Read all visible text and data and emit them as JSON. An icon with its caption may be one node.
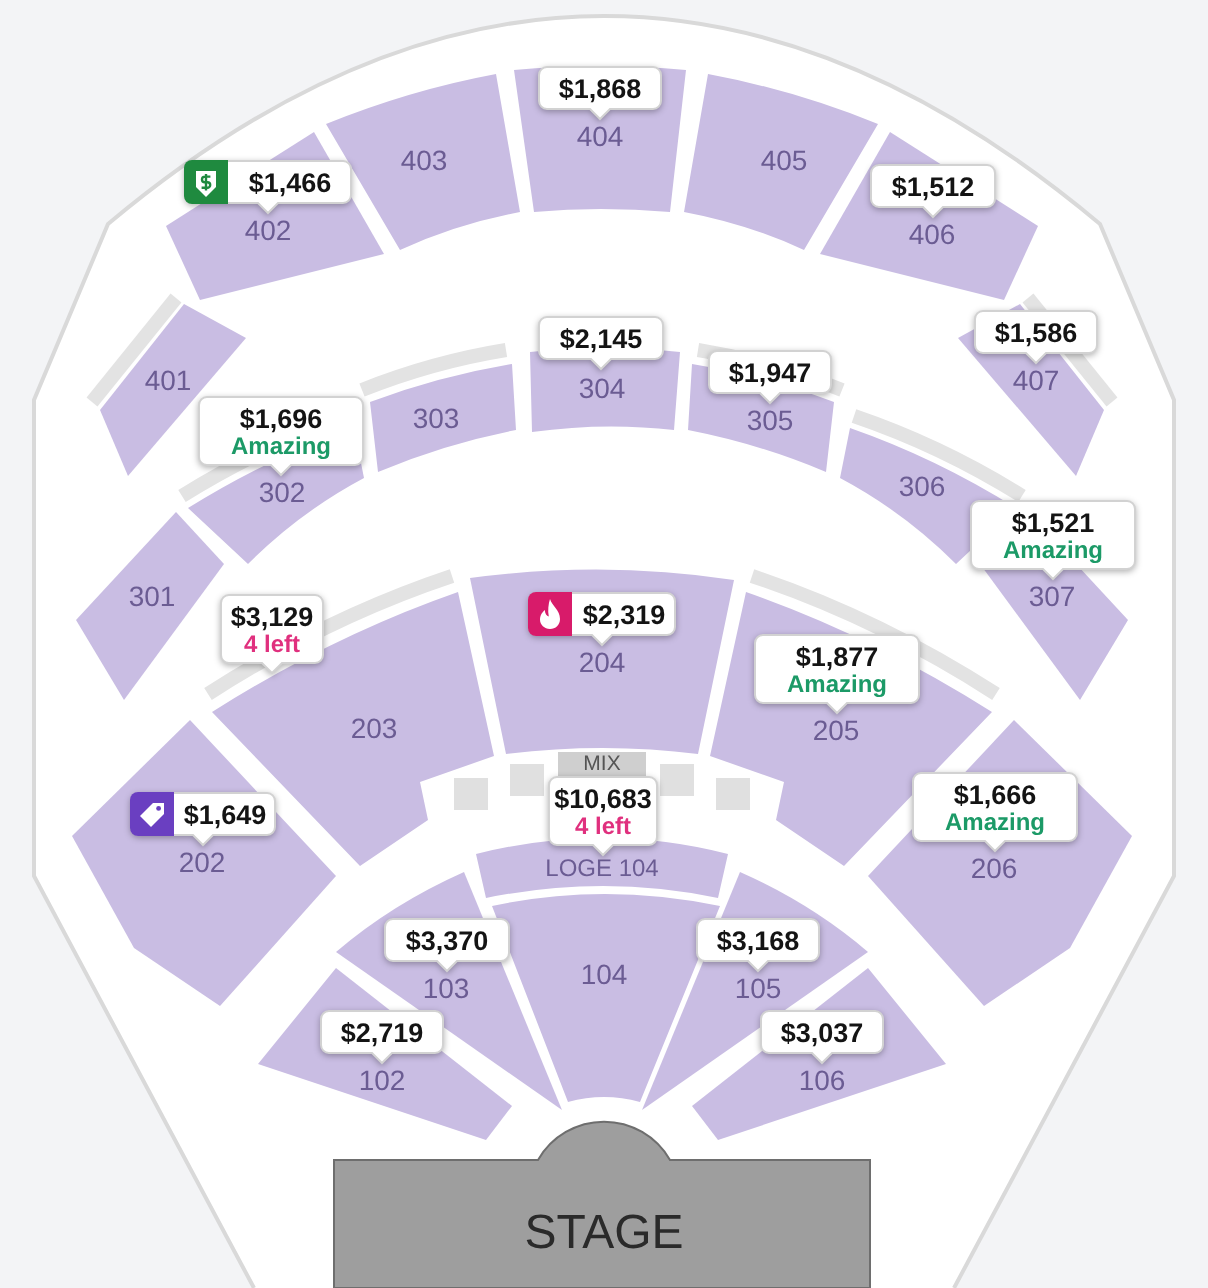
{
  "diagram": {
    "nodes": [
      {
        "text": [
          "404"
        ]
      },
      {
        "text": [
          "$1,868"
        ],
        "in": 0
      },
      {
        "text": [
          "402"
        ]
      },
      {
        "text": [
          "$1,466"
        ],
        "in": 2
      },
      {
        "text": [
          "403"
        ]
      },
      {
        "text": [
          "405"
        ]
      },
      {
        "text": [
          "406"
        ]
      },
      {
        "text": [
          "$1,512"
        ],
        "in": 6
      },
      {
        "text": [
          "401"
        ]
      },
      {
        "text": [
          "$2,145"
        ]
      },
      {
        "text": [
          "304"
        ]
      },
      {
        "text": [
          "407"
        ]
      },
      {
        "text": [
          "$1,586"
        ],
        "in": 11
      },
      {
        "text": [
          "$1,947"
        ]
      },
      {
        "text": [
          "305"
        ]
      },
      {
        "text": [
          "$1,696",
          "Amazing"
        ]
      },
      {
        "text": [
          "302"
        ]
      },
      {
        "text": [
          "303"
        ]
      },
      {
        "text": [
          "306"
        ]
      },
      {
        "text": [
          "$1,521",
          "Amazing"
        ]
      },
      {
        "text": [
          "307"
        ]
      },
      {
        "text": [
          "301"
        ]
      },
      {
        "text": [
          "$3,129",
          "4 left"
        ]
      },
      {
        "text": [
          "203"
        ]
      },
      {
        "text": [
          "204"
        ]
      },
      {
        "text": [
          "$2,319"
        ],
        "in": 24
      },
      {
        "text": [
          "205"
        ]
      },
      {
        "text": [
          "$1,877",
          "Amazing"
        ],
        "in": 26
      },
      {
        "text": [],
        "shape": "box"
      },
      {
        "text": [],
        "shape": "box"
      },
      {
        "text": [
          "MIX"
        ]
      },
      {
        "text": [],
        "shape": "box"
      },
      {
        "text": [],
        "shape": "box"
      },
      {
        "text": [
          "$10,683",
          "4 left"
        ]
      },
      {
        "text": [
          "LOGE 104"
        ]
      },
      {
        "text": [
          "202"
        ]
      },
      {
        "text": [
          "$1,649"
        ],
        "in": 35
      },
      {
        "text": [
          "206"
        ]
      },
      {
        "text": [
          "$1,666",
          "Amazing"
        ],
        "in": 37
      },
      {
        "text": [
          "103"
        ]
      },
      {
        "text": [
          "$3,370"
        ],
        "in": 39
      },
      {
        "text": [
          "104"
        ]
      },
      {
        "text": [
          "105"
        ]
      },
      {
        "text": [
          "$3,168"
        ],
        "in": 42
      },
      {
        "text": [
          "102"
        ]
      },
      {
        "text": [
          "$2,719"
        ],
        "in": 44
      },
      {
        "text": [
          "106"
        ]
      },
      {
        "text": [
          "$3,037"
        ],
        "in": 46
      },
      {
        "text": [
          "STAGE"
        ]
      }
    ]
  }
}
